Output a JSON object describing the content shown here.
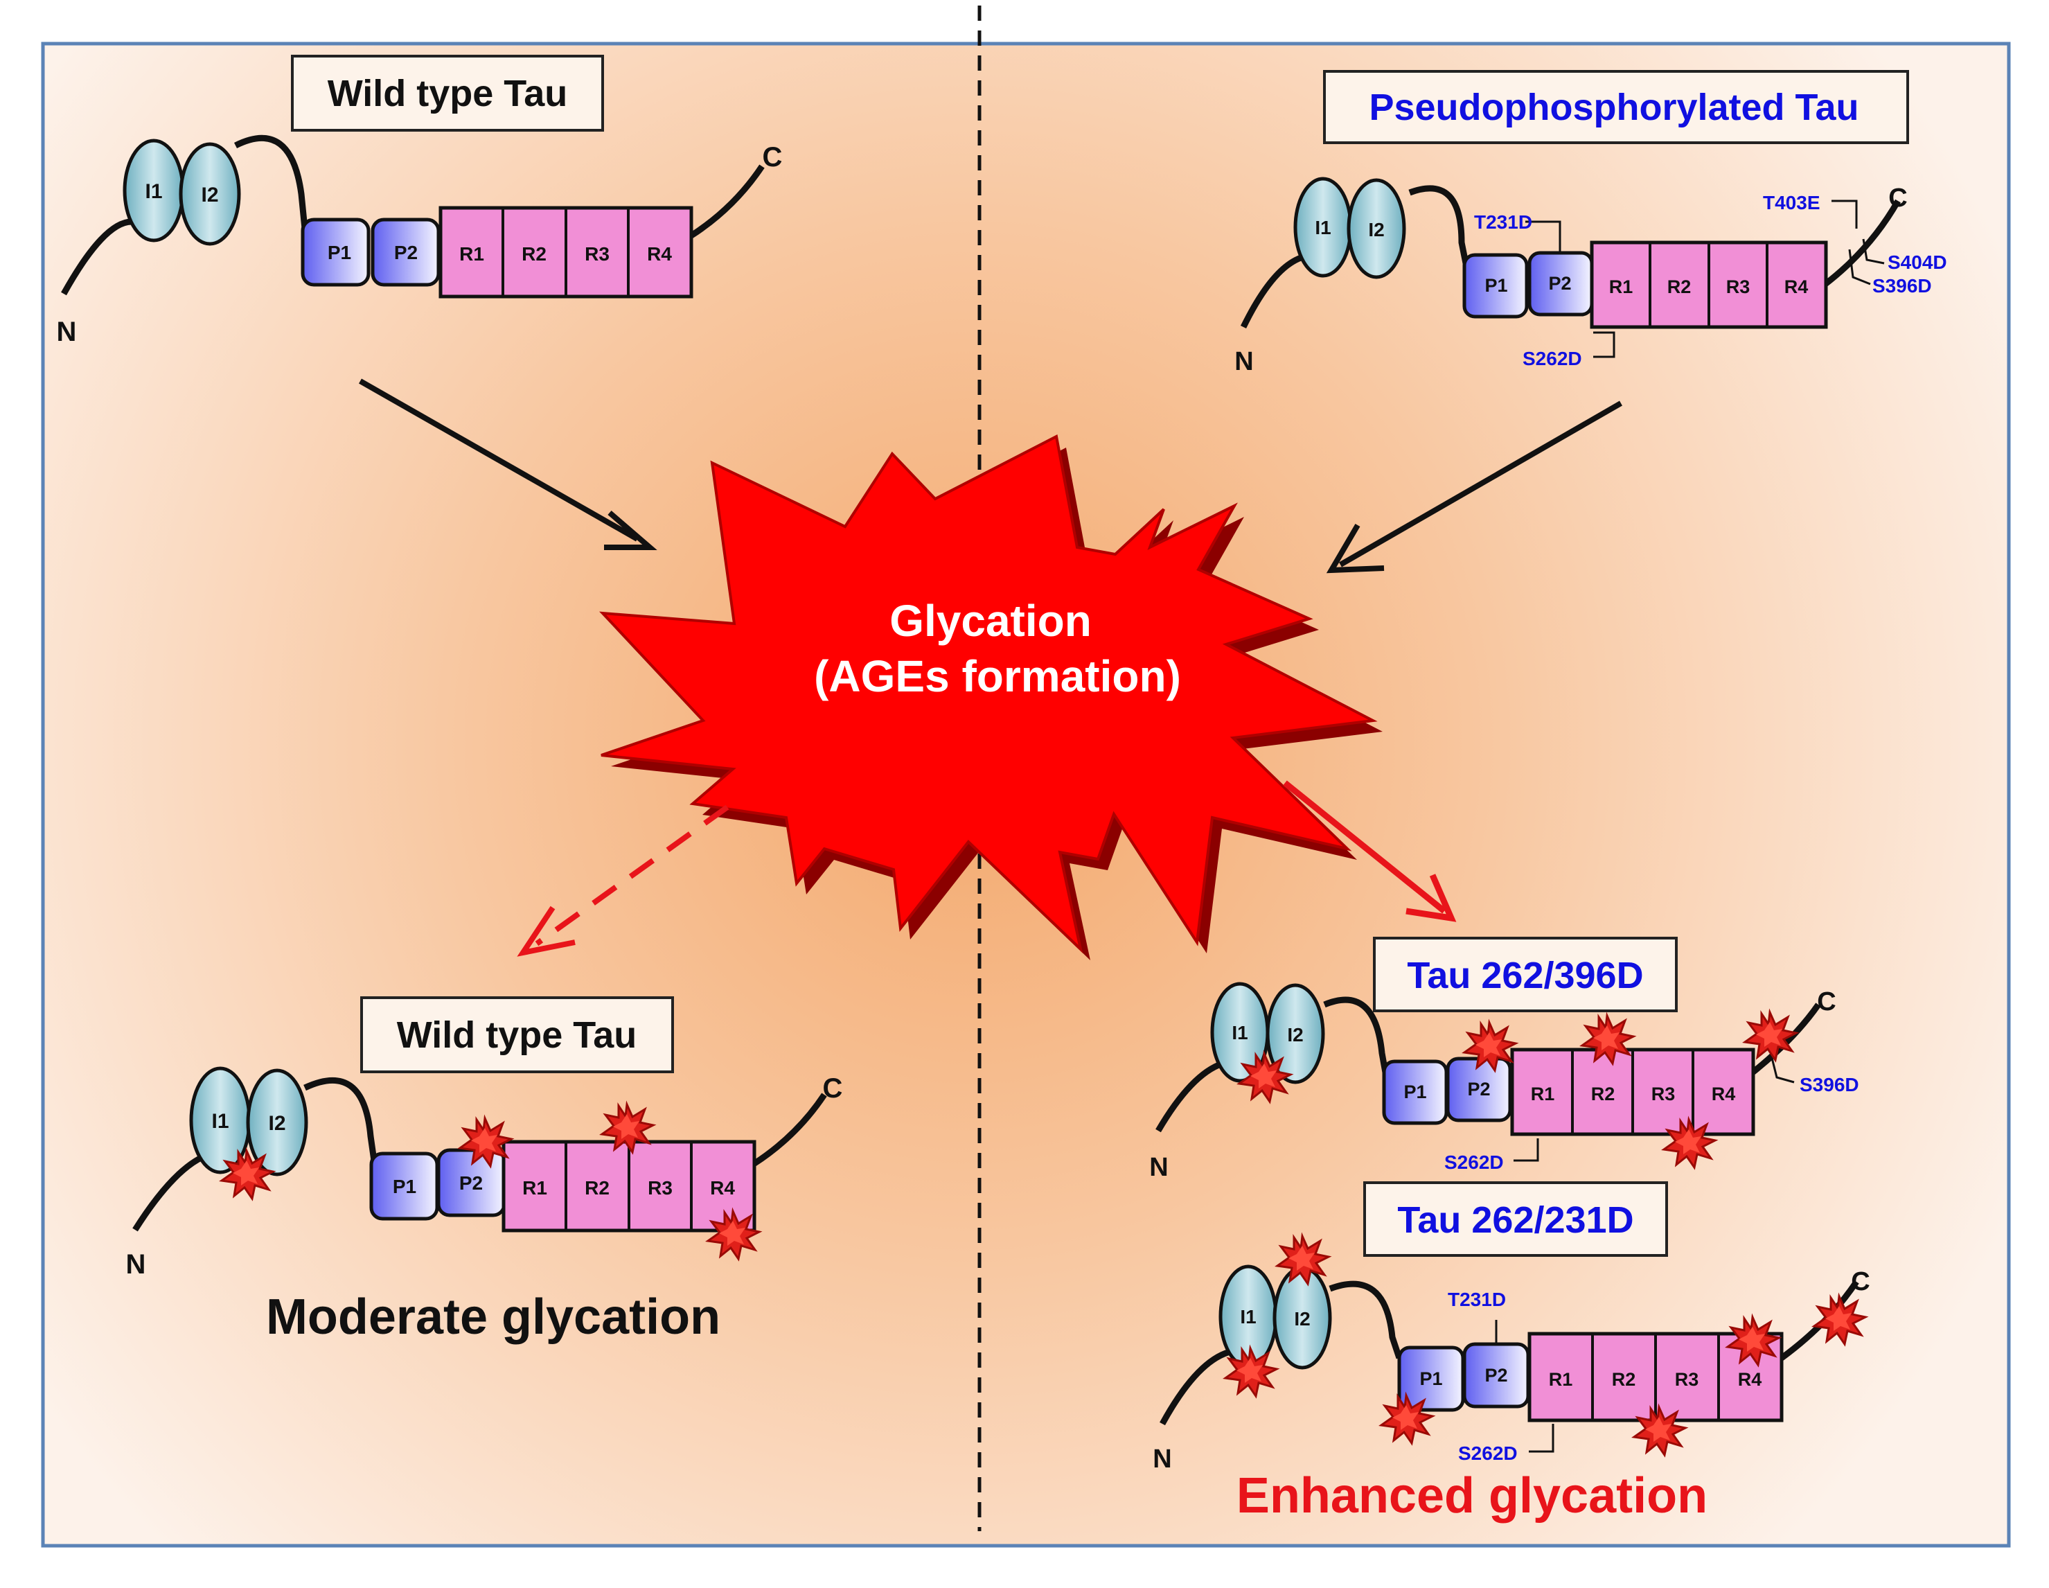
{
  "colors": {
    "background_center": "#f3a86c",
    "background_edge": "#fdf1e8",
    "panel_border": "#5b83b6",
    "burst_red": "#ff0000",
    "burst_dark": "#8b0000",
    "domain_ellipse": "#8fc3cf",
    "proline_box": "#8a8af0",
    "repeat_box": "#f18fd6",
    "mutation_label": "#1010e0",
    "highlight_red": "#e8141a"
  },
  "left": {
    "top_title": "Wild type Tau",
    "bottom_title": "Wild type Tau",
    "result_label": "Moderate glycation"
  },
  "right": {
    "top_title": "Pseudophosphorylated Tau",
    "variant1_title": "Tau 262/396D",
    "variant2_title": "Tau 262/231D",
    "result_label": "Enhanced glycation"
  },
  "center": {
    "line1": "Glycation",
    "line2": "(AGEs formation)"
  },
  "protein": {
    "n_terminus": "N",
    "c_terminus": "C",
    "insert1": "I1",
    "insert2": "I2",
    "proline1": "P1",
    "proline2": "P2",
    "repeats": [
      "R1",
      "R2",
      "R3",
      "R4"
    ]
  },
  "mutations": {
    "t231d": "T231D",
    "s262d": "S262D",
    "t403e": "T403E",
    "s404d": "S404D",
    "s396d": "S396D"
  },
  "icons": [
    "glycation-burst-icon",
    "glycation-site-icon",
    "arrow-icon"
  ]
}
